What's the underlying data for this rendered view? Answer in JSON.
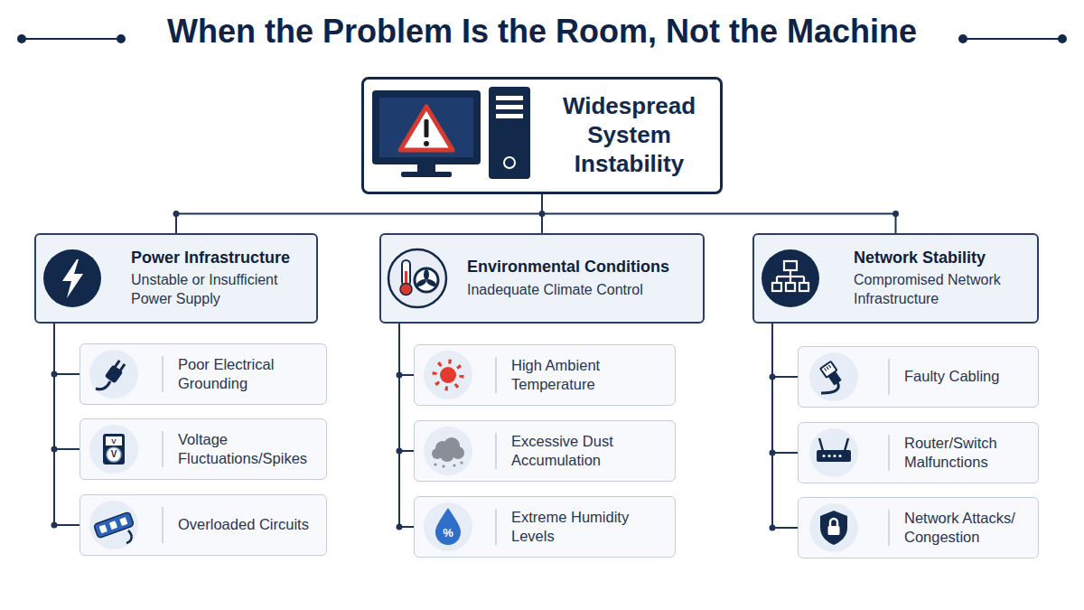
{
  "diagram": {
    "title": "When the Problem Is the Room, Not the Machine",
    "nodes": [
      {
        "text": [
          "Widespread System Instability"
        ]
      },
      {
        "text": [
          "Power Infrastructure",
          "Unstable or Insufficient Power Supply"
        ]
      },
      {
        "text": [
          "Environmental Conditions",
          "Inadequate Climate Control"
        ]
      },
      {
        "text": [
          "Network Stability",
          "Compromised Network Infrastructure"
        ]
      },
      {
        "text": [
          "Poor Electrical Grounding"
        ]
      },
      {
        "text": [
          "Voltage Fluctuations/Spikes"
        ]
      },
      {
        "text": [
          "Overloaded Circuits"
        ]
      },
      {
        "text": [
          "High Ambient Temperature"
        ]
      },
      {
        "text": [
          "Excessive Dust Accumulation"
        ]
      },
      {
        "text": [
          "Extreme Humidity Levels"
        ]
      },
      {
        "text": [
          "Faulty Cabling"
        ]
      },
      {
        "text": [
          "Router/Switch Malfunctions"
        ]
      },
      {
        "text": [
          "Network Attacks/ Congestion"
        ]
      }
    ],
    "edges": [
      {
        "from": 0,
        "to": 1,
        "arrow": "none"
      },
      {
        "from": 0,
        "to": 2,
        "arrow": "none"
      },
      {
        "from": 0,
        "to": 3,
        "arrow": "none"
      },
      {
        "from": 1,
        "to": 4,
        "arrow": "none"
      },
      {
        "from": 1,
        "to": 5,
        "arrow": "none"
      },
      {
        "from": 1,
        "to": 6,
        "arrow": "none"
      },
      {
        "from": 2,
        "to": 7,
        "arrow": "none"
      },
      {
        "from": 2,
        "to": 8,
        "arrow": "none"
      },
      {
        "from": 2,
        "to": 9,
        "arrow": "none"
      },
      {
        "from": 3,
        "to": 10,
        "arrow": "none"
      },
      {
        "from": 3,
        "to": 11,
        "arrow": "none"
      },
      {
        "from": 3,
        "to": 12,
        "arrow": "none"
      }
    ],
    "labels": [
      "V",
      "V",
      "%"
    ]
  }
}
